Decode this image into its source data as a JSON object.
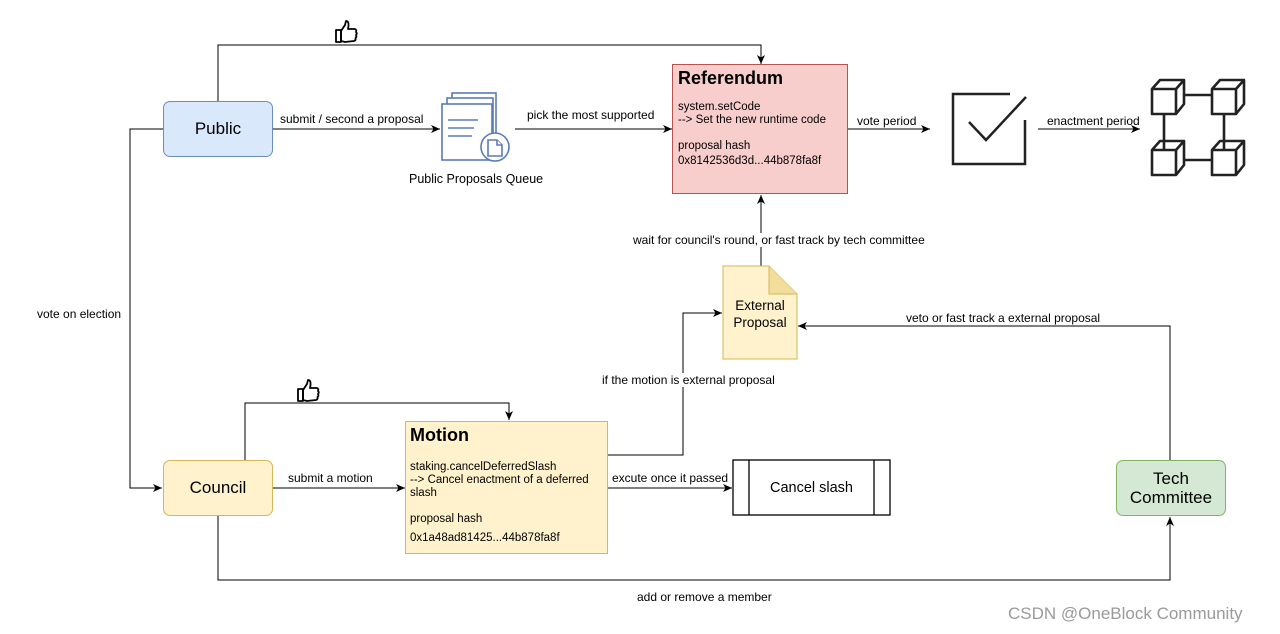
{
  "nodes": {
    "public": "Public",
    "council": "Council",
    "tech_committee": "Tech\nCommittee",
    "queue_label": "Public Proposals Queue",
    "external_proposal": "External\nProposal",
    "cancel_slash": "Cancel slash"
  },
  "referendum": {
    "title": "Referendum",
    "call": "system.setCode",
    "call_desc": "--> Set the new runtime code",
    "hash_label": "proposal hash",
    "hash": "0x8142536d3d...44b878fa8f"
  },
  "motion": {
    "title": "Motion",
    "call": "staking.cancelDeferredSlash",
    "call_desc_1": "--> Cancel enactment of a deferred",
    "call_desc_2": "slash",
    "hash_label": "proposal hash",
    "hash": "0x1a48ad81425...44b878fa8f"
  },
  "edges": {
    "submit_second": "submit / second a proposal",
    "pick_most": "pick the most supported",
    "vote_period": "vote period",
    "enactment_period": "enactment period",
    "wait_council": "wait for council's round, or fast track by tech committee",
    "veto_fast": "veto or fast track a external proposal",
    "vote_election": "vote on election",
    "if_external": "if the motion is external proposal",
    "submit_motion": "submit a motion",
    "execute_passed": "excute once it passed",
    "add_remove": "add or remove a member"
  },
  "icons": [
    "thumbs-up-icon",
    "document-stack-icon",
    "checkmark-icon",
    "blockchain-icon",
    "note-icon"
  ],
  "colors": {
    "public_fill": "#dae8fc",
    "public_stroke": "#6c8ebf",
    "council_fill": "#fff2cc",
    "council_stroke": "#d6b656",
    "tech_fill": "#d5e8d4",
    "tech_stroke": "#82b366",
    "referendum_fill": "#f8cecc",
    "referendum_stroke": "#b85450",
    "queue_icon": "#5a7bb5"
  },
  "watermark": "CSDN @OneBlock Community"
}
